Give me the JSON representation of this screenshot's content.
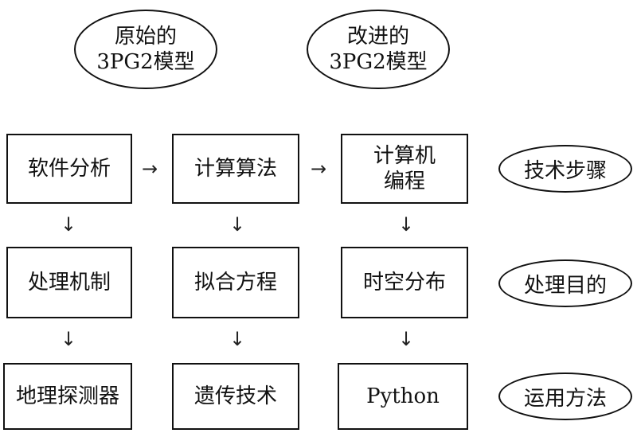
{
  "top_ellipses": {
    "original": {
      "line1": "原始的",
      "line2": "3PG2模型"
    },
    "improved": {
      "line1": "改进的",
      "line2": "3PG2模型"
    }
  },
  "rows": {
    "steps": {
      "box1": "软件分析",
      "box2": "计算算法",
      "box3_line1": "计算机",
      "box3_line2": "编程",
      "label": "技术步骤"
    },
    "purpose": {
      "box1": "处理机制",
      "box2": "拟合方程",
      "box3": "时空分布",
      "label": "处理目的"
    },
    "method": {
      "box1": "地理探测器",
      "box2": "遗传技术",
      "box3": "Python",
      "label": "运用方法"
    }
  },
  "arrows": {
    "right": "→",
    "down": "↓"
  }
}
